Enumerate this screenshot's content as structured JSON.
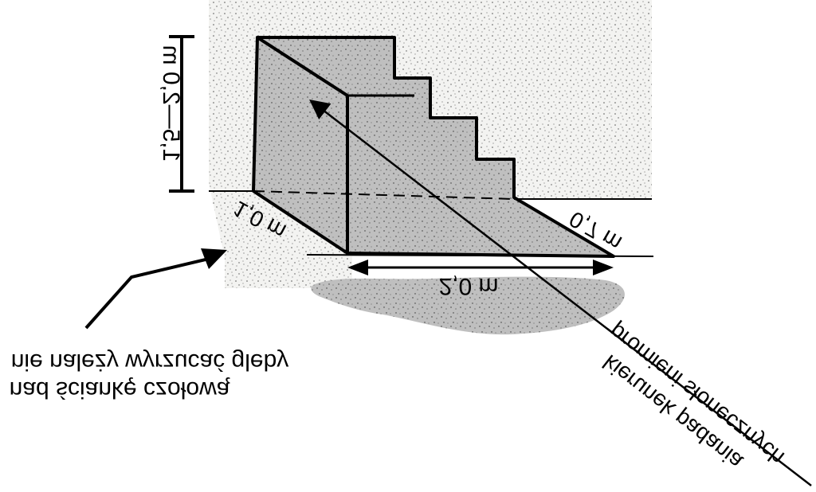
{
  "diagram": {
    "dim_height": "1,5—2,0 m",
    "dim_depth_left": "1,0 m",
    "dim_depth_right": "0,7 m",
    "dim_length": "2,0 m",
    "sun_label_line1": "promieni słonecznych",
    "sun_label_line2": "kierunek padania",
    "note_line1": "nie należy wyrzucać gleby",
    "note_line2": "nad ściankę czołową",
    "colors": {
      "soil_speckle": "#ecebe8",
      "pit_fill": "#bfbfbf",
      "shadow_blob": "#c4c4c4",
      "ink": "#000000"
    }
  }
}
